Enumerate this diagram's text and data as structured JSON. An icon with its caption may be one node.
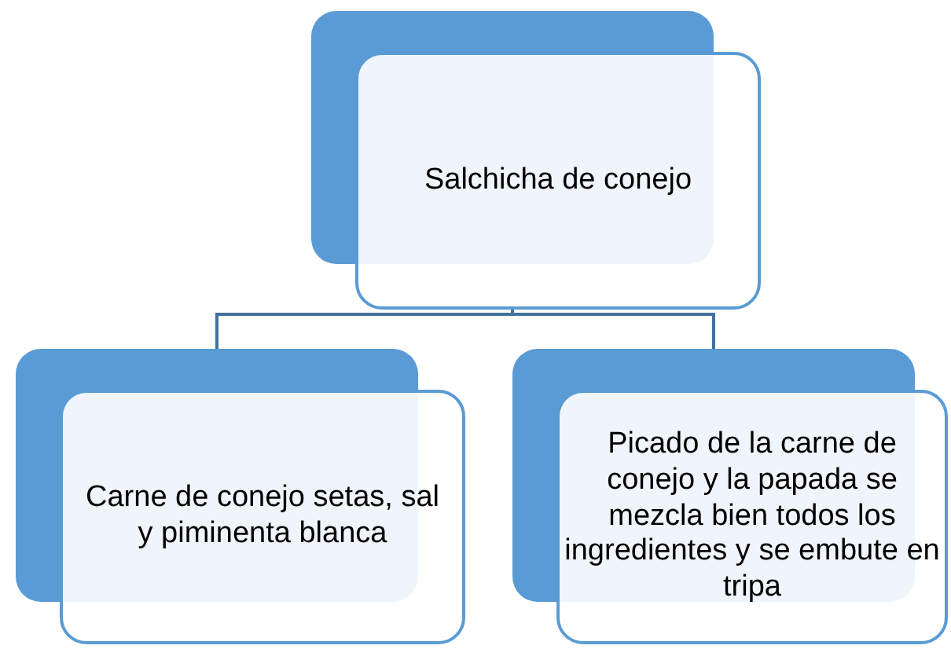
{
  "diagram": {
    "nodes": [
      {
        "text": [
          "Salchicha de conejo"
        ]
      },
      {
        "text": [
          "Carne de conejo setas, sal y piminenta blanca"
        ]
      },
      {
        "text": [
          "Picado de la carne de conejo y la papada se mezcla bien todos los ingredientes y se embute en tripa"
        ]
      }
    ],
    "edges": [
      {
        "from": 0,
        "to": 1,
        "arrow": "none"
      },
      {
        "from": 0,
        "to": 2,
        "arrow": "none"
      }
    ]
  }
}
